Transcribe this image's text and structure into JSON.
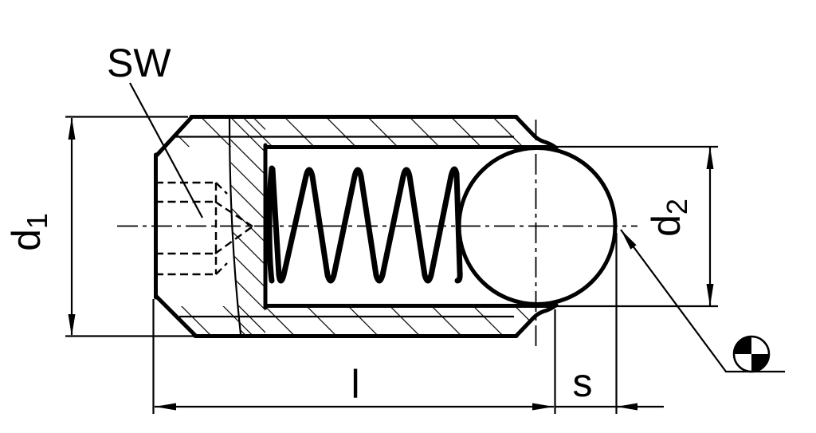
{
  "figure": {
    "kind": "technical-drawing",
    "subject": "sectional side view of a ball-type spring plunger with hex socket, compression spring and protruding ball"
  },
  "colors": {
    "line": "#000000",
    "background": "#ffffff"
  },
  "labels": {
    "wrench_size": "SW",
    "thread_diameter": {
      "base": "d",
      "sub": "1"
    },
    "ball_diameter": {
      "base": "d",
      "sub": "2"
    },
    "body_length": "l",
    "travel": "s"
  },
  "symbols": {
    "datum_target": "machined-surface-indicator-circle"
  }
}
